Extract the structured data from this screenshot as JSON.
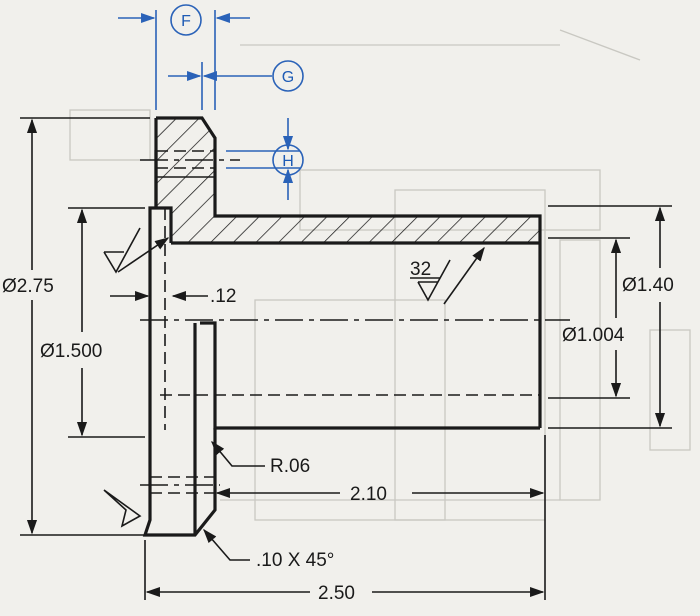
{
  "callouts": {
    "f": "F",
    "g": "G",
    "h": "H"
  },
  "dimensions": {
    "dia_2_75": "Ø2.75",
    "dia_1_500": "Ø1.500",
    "dia_1_40": "Ø1.40",
    "dia_1_004": "Ø1.004",
    "flange_offset": ".12",
    "fillet_radius": "R.06",
    "length_2_10": "2.10",
    "length_2_50": "2.50",
    "chamfer": ".10 X 45°"
  },
  "surface_finish": {
    "bore_value": "32"
  },
  "colors": {
    "ink": "#1a1a1a",
    "callout_blue": "#2a62b8",
    "paper": "#f1f0ec"
  }
}
